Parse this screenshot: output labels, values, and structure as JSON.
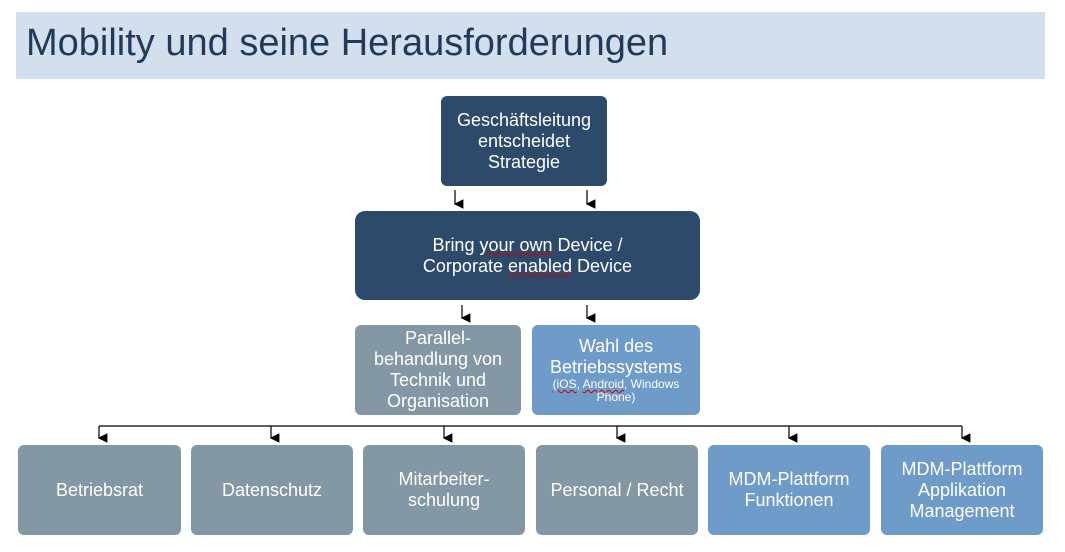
{
  "title": "Mobility und seine Herausforderungen",
  "top": {
    "lines": [
      "Geschäftsleitung",
      "entscheidet",
      "Strategie"
    ]
  },
  "byod": {
    "line1_a": "Bring ",
    "line1_b": "your own",
    "line1_c": " Device /",
    "line2_a": "Corporate ",
    "line2_b": "enabled",
    "line2_c": " Device"
  },
  "parallel": {
    "lines": [
      "Parallel-",
      "behandlung von",
      "Technik und",
      "Organisation"
    ]
  },
  "os": {
    "l1": "Wahl des",
    "l2": "Betriebssystems",
    "sub_a": "(iOS",
    "sub_b": ", ",
    "sub_c": "Android",
    "sub_d": ", Windows Phone)"
  },
  "bottom": [
    {
      "label": "Betriebsrat"
    },
    {
      "label": "Datenschutz"
    },
    {
      "label": "Mitarbeiter-schulung"
    },
    {
      "label": "Personal / Recht"
    },
    {
      "label": "MDM-Plattform Funktionen"
    },
    {
      "label": "MDM-Plattform Applikation Management"
    }
  ],
  "colors": {
    "dark": "#2e4a6b",
    "grey": "#8497a4",
    "blue": "#6f9bc8",
    "title_bg": "#d3dfec"
  }
}
